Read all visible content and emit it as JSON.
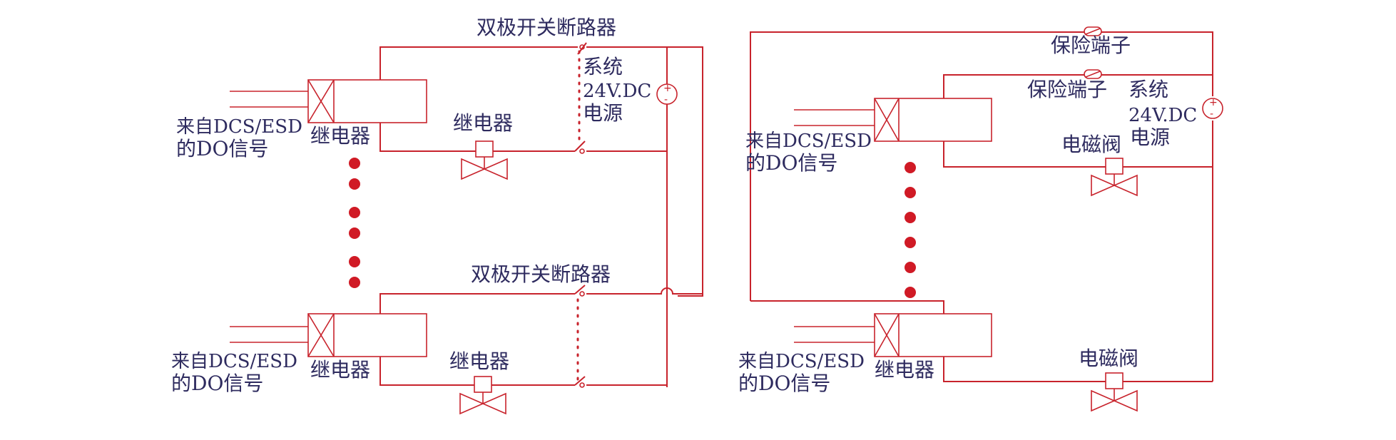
{
  "labels": {
    "breaker": "双极开关断路器",
    "relay": "继电器",
    "system": "系统",
    "voltage": "24V.DC",
    "power": "电源",
    "source_line1": "来自DCS/ESD",
    "source_line2": "的DO信号",
    "fuse": "保险端子",
    "solenoid": "电磁阀"
  },
  "symbols": {
    "plus": "+",
    "minus": "-"
  },
  "colors": {
    "wire": "#c8232c",
    "dot": "#d01a25",
    "text": "#2e2b5f"
  },
  "icons": [
    "relay-coil-icon",
    "solenoid-valve-icon",
    "dc-source-icon",
    "breaker-switch-icon",
    "fuse-icon"
  ]
}
